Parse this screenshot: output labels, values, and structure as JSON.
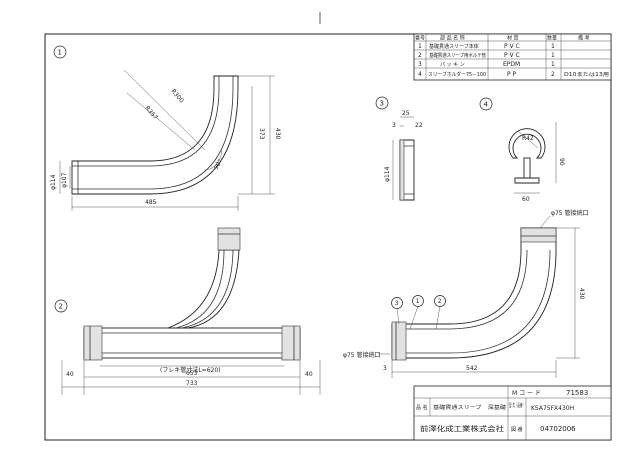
{
  "parts_table": {
    "headers": [
      "番号",
      "部 品 名 称",
      "材 質",
      "数量",
      "備 考"
    ],
    "rows": [
      {
        "no": "1",
        "name": "基礎貫通スリーブ本体",
        "material": "P V C",
        "qty": "1",
        "note": ""
      },
      {
        "no": "2",
        "name": "基礎貫通スリーブ用ボルテ管",
        "material": "P V C",
        "qty": "1",
        "note": ""
      },
      {
        "no": "3",
        "name": "パ ッ キ ン",
        "material": "EPDM",
        "qty": "1",
        "note": ""
      },
      {
        "no": "4",
        "name": "スリーブホルダー75－100",
        "material": "P P",
        "qty": "2",
        "note": "D10または13用"
      }
    ]
  },
  "views": {
    "v1": {
      "label": "1",
      "dims": {
        "r_outer": "R357",
        "r_inner": "R300",
        "h1": "373",
        "h2": "430",
        "d1": "φ114",
        "d2": "φ107",
        "angle": "90°",
        "w": "485"
      }
    },
    "v2": {
      "label": "2",
      "dims": {
        "inner": "(フレキ管寸法L=620)",
        "mid": "653",
        "total": "733",
        "left_end": "40",
        "right_end": "40"
      }
    },
    "v3": {
      "label": "3",
      "dims": {
        "top": "25",
        "t": "3",
        "w": "22",
        "d": "φ114"
      }
    },
    "v4": {
      "label": "4",
      "dims": {
        "r": "R42",
        "h": "90",
        "w": "60"
      }
    },
    "assembly": {
      "callouts": [
        "3",
        "1",
        "2"
      ],
      "dims": {
        "top_port": "φ75 管接続口",
        "left_port": "φ75 管接続口",
        "h": "430",
        "w": "542",
        "t": "3"
      }
    }
  },
  "title_block": {
    "mcode_label": "M コ ー ド",
    "mcode_value": "71583",
    "name_label": "品 名",
    "name_value": "基礎貫通スリーブ　深基礎",
    "model_label": "型 式（品番）",
    "model_value": "KSA75FX430H",
    "company": "前澤化成工業株式会社",
    "drawing_no_label": "図 番",
    "drawing_no_value": "04702006"
  }
}
